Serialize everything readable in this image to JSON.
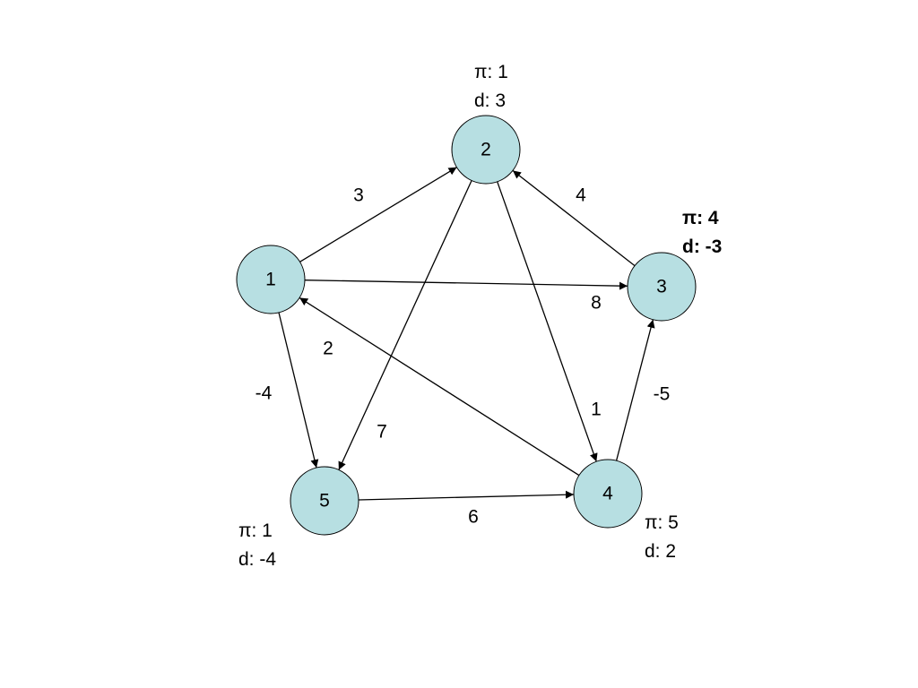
{
  "colors": {
    "node_fill": "#b7dfe2",
    "stroke": "#000000"
  },
  "nodes": [
    {
      "id": "1",
      "label": "1"
    },
    {
      "id": "2",
      "label": "2"
    },
    {
      "id": "3",
      "label": "3"
    },
    {
      "id": "4",
      "label": "4"
    },
    {
      "id": "5",
      "label": "5"
    }
  ],
  "edges": [
    {
      "from": "1",
      "to": "2",
      "weight": "3"
    },
    {
      "from": "1",
      "to": "3",
      "weight": "8"
    },
    {
      "from": "1",
      "to": "5",
      "weight": "-4"
    },
    {
      "from": "2",
      "to": "5",
      "weight": "7"
    },
    {
      "from": "2",
      "to": "4",
      "weight": "1"
    },
    {
      "from": "3",
      "to": "2",
      "weight": "4"
    },
    {
      "from": "4",
      "to": "1",
      "weight": "2"
    },
    {
      "from": "4",
      "to": "3",
      "weight": "-5"
    },
    {
      "from": "5",
      "to": "4",
      "weight": "6"
    }
  ],
  "annotations": {
    "n2": {
      "pi": "π: 1",
      "d": "d:  3"
    },
    "n3": {
      "pi": "π: 4",
      "d": "d:  -3"
    },
    "n4": {
      "pi": "π: 5",
      "d": "d:  2"
    },
    "n5": {
      "pi": "π: 1",
      "d": "d:  -4"
    }
  }
}
